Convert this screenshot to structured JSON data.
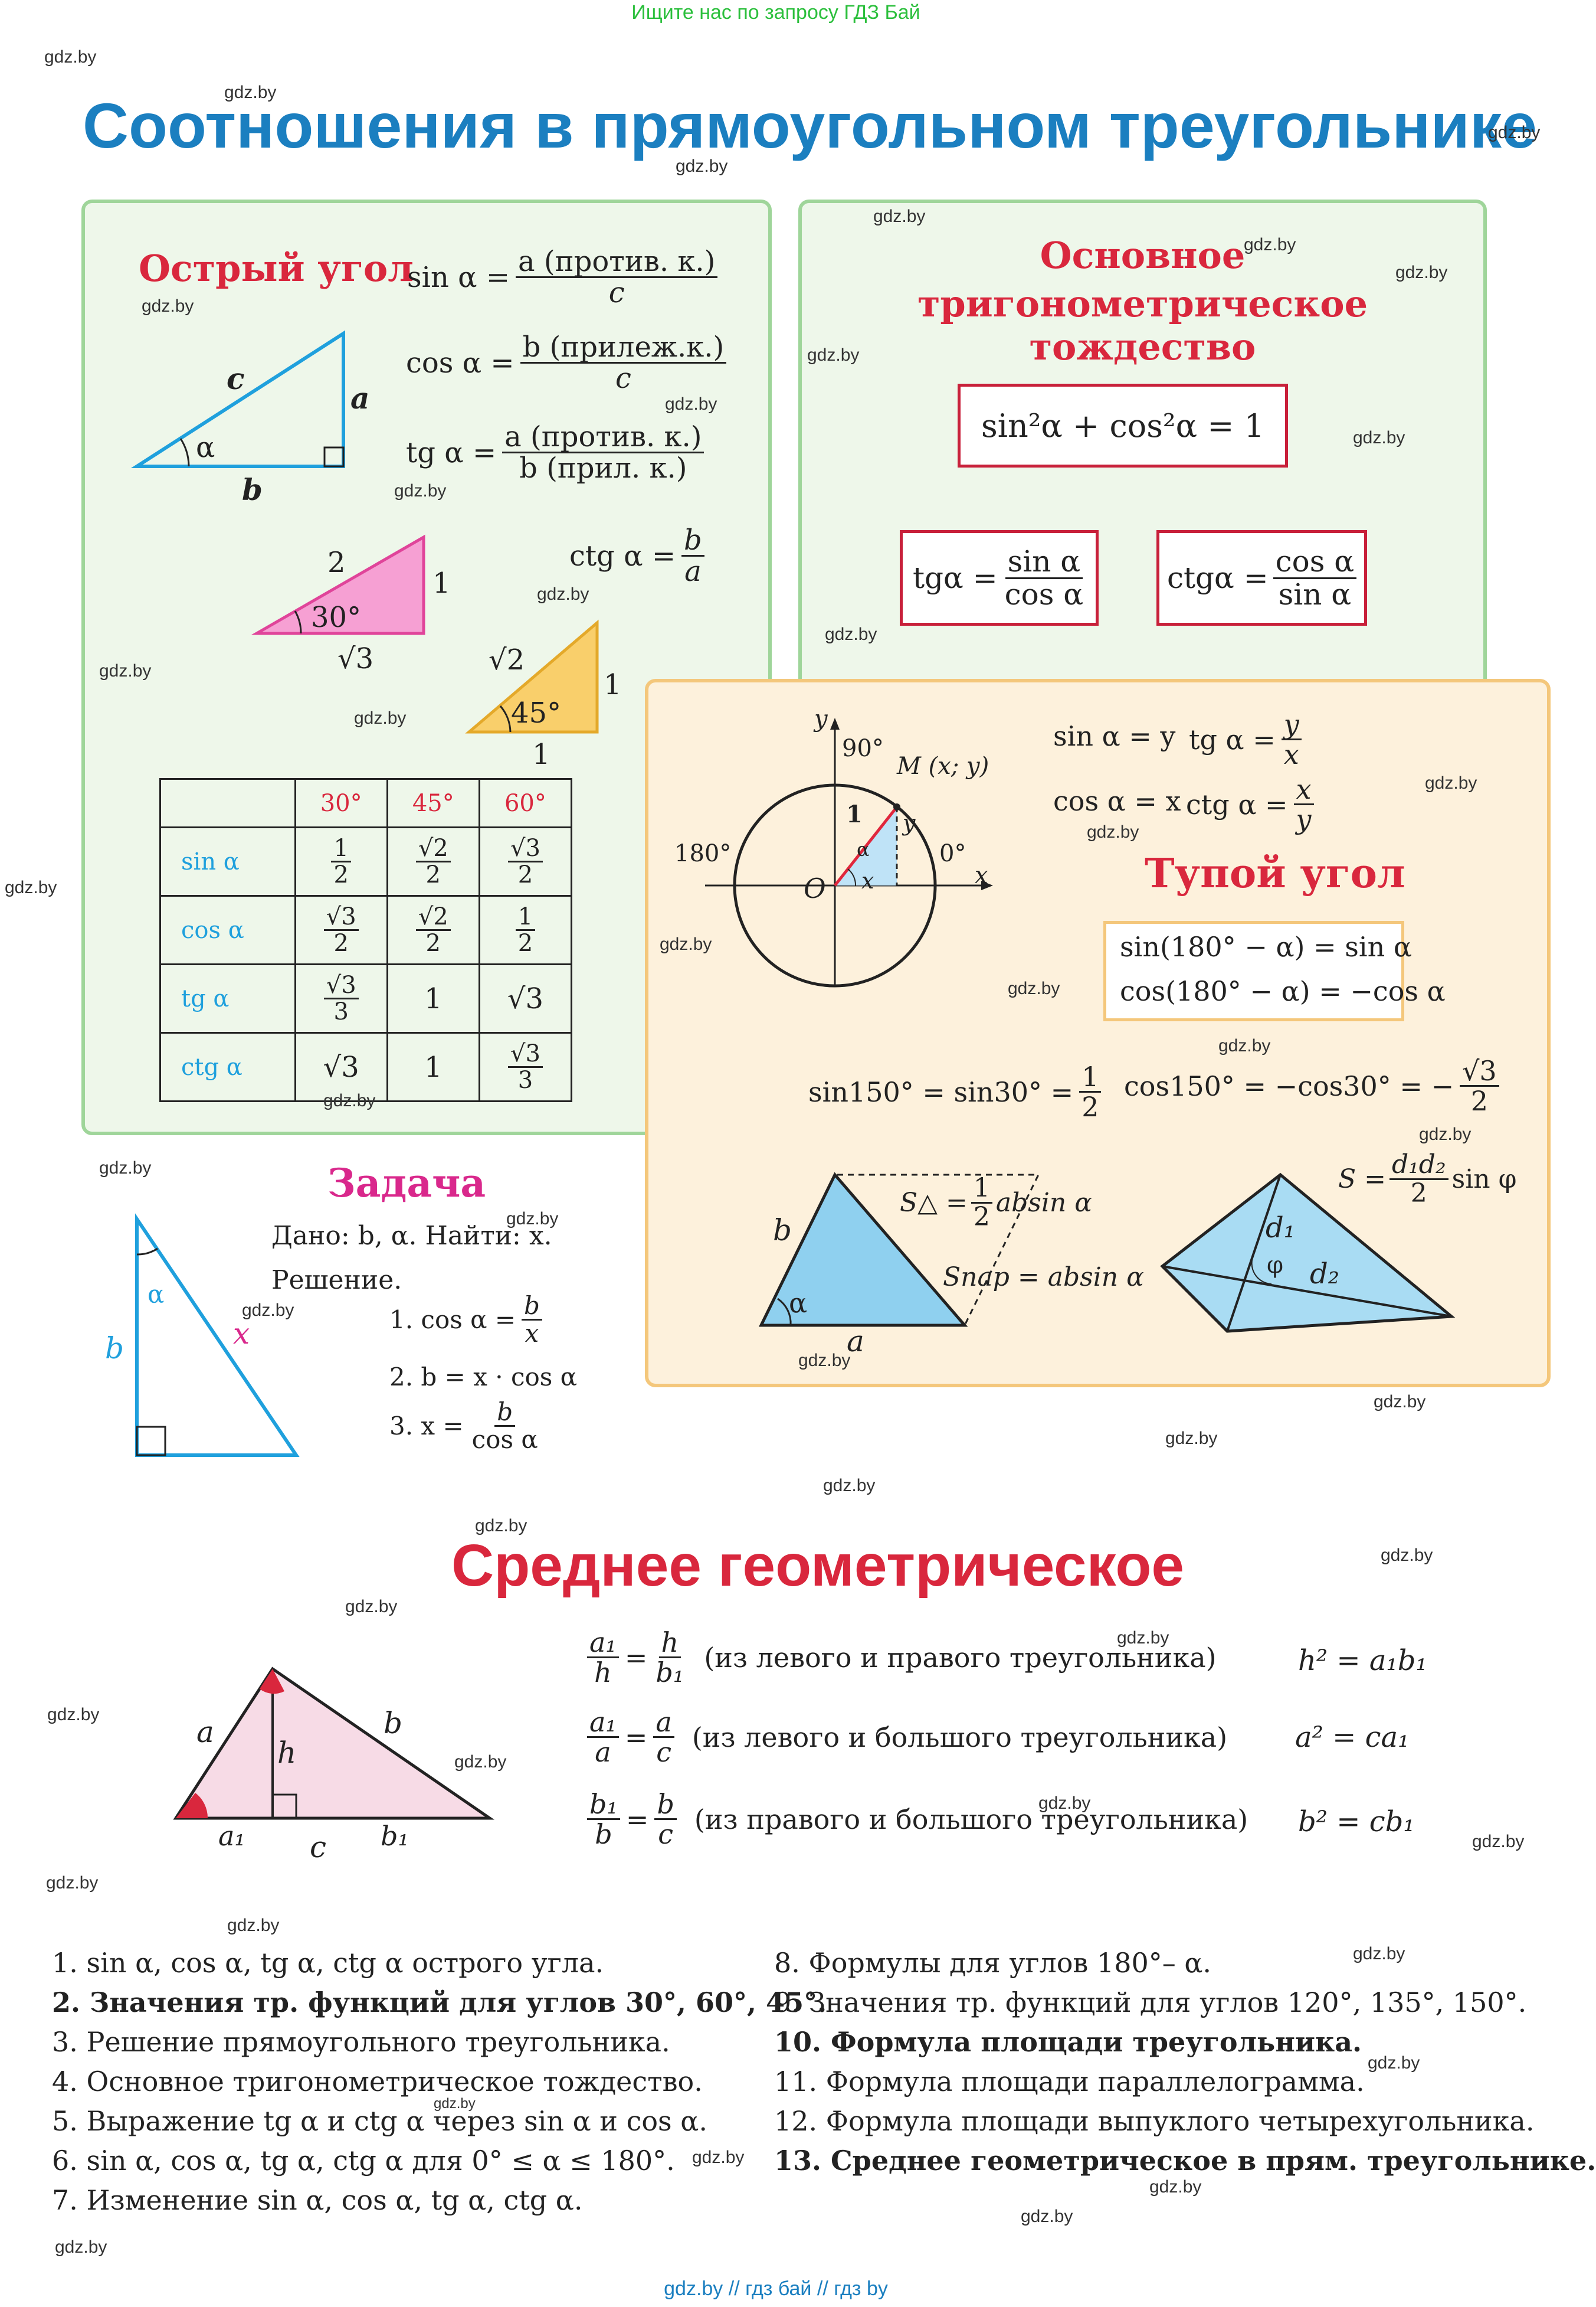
{
  "top_note": "Ищите нас по запросу ГДЗ Бай",
  "watermark": "gdz.by",
  "main_title": "Соотношения в прямоугольном треугольнике",
  "acute": {
    "heading": "Острый угол",
    "sin_lhs": "sin α =",
    "sin_num": "a (против. к.)",
    "sin_den": "c",
    "cos_lhs": "cos α =",
    "cos_num": "b (прилеж.к.)",
    "cos_den": "c",
    "tg_lhs": "tg α =",
    "tg_num": "a (против. к.)",
    "tg_den": "b (прил. к.)",
    "ctg_lhs": "ctg α =",
    "ctg_num": "b",
    "ctg_den": "a",
    "tri_c": "c",
    "tri_a": "a",
    "tri_b": "b",
    "tri_alpha": "α",
    "t30_hyp": "2",
    "t30_leg": "1",
    "t30_base": "√3",
    "t30_angle": "30°",
    "t45_hyp": "√2",
    "t45_leg": "1",
    "t45_base": "1",
    "t45_angle": "45°"
  },
  "values_table": {
    "headers": [
      "30°",
      "45°",
      "60°"
    ],
    "rows": [
      {
        "fn": "sin α",
        "cells": [
          {
            "n": "1",
            "d": "2"
          },
          {
            "n": "√2",
            "d": "2"
          },
          {
            "n": "√3",
            "d": "2"
          }
        ]
      },
      {
        "fn": "cos α",
        "cells": [
          {
            "n": "√3",
            "d": "2"
          },
          {
            "n": "√2",
            "d": "2"
          },
          {
            "n": "1",
            "d": "2"
          }
        ]
      },
      {
        "fn": "tg α",
        "cells": [
          {
            "n": "√3",
            "d": "3"
          },
          {
            "v": "1"
          },
          {
            "v": "√3"
          }
        ]
      },
      {
        "fn": "ctg α",
        "cells": [
          {
            "v": "√3"
          },
          {
            "v": "1"
          },
          {
            "n": "√3",
            "d": "3"
          }
        ]
      }
    ]
  },
  "identity": {
    "heading1": "Основное",
    "heading2": "тригонометрическое тождество",
    "main": "sin²α + cos²α = 1",
    "tg_lhs": "tgα =",
    "tg_num": "sin α",
    "tg_den": "cos α",
    "ctg_lhs": "ctgα =",
    "ctg_num": "cos α",
    "ctg_den": "sin α"
  },
  "circle": {
    "y_axis": "y",
    "x_axis": "x",
    "deg90": "90°",
    "deg180": "180°",
    "deg0": "0°",
    "origin": "O",
    "point": "M (x; y)",
    "radius": "1",
    "y_leg": "y",
    "x_leg": "x",
    "alpha": "α",
    "sin_eq": "sin α = y",
    "cos_eq": "cos α = x",
    "tg_lhs": "tg α =",
    "tg_num": "y",
    "tg_den": "x",
    "ctg_lhs": "ctg α =",
    "ctg_num": "x",
    "ctg_den": "y"
  },
  "obtuse": {
    "heading": "Тупой угол",
    "f1": "sin(180° − α) = sin α",
    "f2": "cos(180° − α) = −cos α",
    "ex1_lhs": "sin150° = sin30° =",
    "ex1_num": "1",
    "ex1_den": "2",
    "ex2_lhs": "cos150° = −cos30° = −",
    "ex2_num": "√3",
    "ex2_den": "2",
    "area_tri_lhs": "S△ =",
    "area_tri_num": "1",
    "area_tri_den": "2",
    "area_tri_rhs": "absin α",
    "area_par": "Sпар = absin α",
    "para_b": "b",
    "para_a": "a",
    "para_alpha": "α",
    "quad_lhs": "S =",
    "quad_num": "d₁d₂",
    "quad_den": "2",
    "quad_rhs": "sin φ",
    "quad_d1": "d₁",
    "quad_d2": "d₂",
    "quad_phi": "φ"
  },
  "task": {
    "heading": "Задача",
    "given": "Дано: b, α.  Найти: x.",
    "solution": "Решение.",
    "s1_lhs": "1. cos α =",
    "s1_num": "b",
    "s1_den": "x",
    "s2": "2. b = x · cos α",
    "s3_lhs": "3. x =",
    "s3_num": "b",
    "s3_den": "cos α",
    "tri_alpha": "α",
    "tri_x": "x",
    "tri_b": "b"
  },
  "geomean": {
    "heading": "Среднее геометрическое",
    "tri_a": "a",
    "tri_b": "b",
    "tri_h": "h",
    "tri_a1": "a₁",
    "tri_c": "c",
    "tri_b1": "b₁",
    "rows": [
      {
        "ln": "a₁",
        "ld": "h",
        "rn": "h",
        "rd": "b₁",
        "text": "(из левого и правого треугольника)",
        "res": "h² = a₁b₁"
      },
      {
        "ln": "a₁",
        "ld": "a",
        "rn": "a",
        "rd": "c",
        "text": "(из левого и большого треугольника)",
        "res": "a² = ca₁"
      },
      {
        "ln": "b₁",
        "ld": "b",
        "rn": "b",
        "rd": "c",
        "text": "(из правого и большого треугольника)",
        "res": "b² = cb₁"
      }
    ]
  },
  "topics_left": [
    "1. sin α, cos α, tg α, ctg α острого угла.",
    "2. Значения тр. функций для углов 30°, 60°, 45°.",
    "3. Решение прямоугольного треугольника.",
    "4. Основное тригонометрическое тождество.",
    "5. Выражение tg α и ctg α через sin α и cos α.",
    "6. sin α, cos α, tg α, ctg α для 0° ≤ α ≤ 180°.",
    "7. Изменение sin α, cos α, tg α, ctg α."
  ],
  "topics_right": [
    "8. Формулы для углов  180°– α.",
    "9. Значения тр. функций для углов 120°, 135°, 150°.",
    "10. Формула площади треугольника.",
    "11. Формула площади параллелограмма.",
    "12. Формула площади выпуклого четырехугольника.",
    "13. Среднее геометрическое в прям. треугольнике."
  ],
  "bold_topics": [
    1,
    9,
    12
  ],
  "footer": "gdz.by  //  гдз бай  //  гдз by"
}
